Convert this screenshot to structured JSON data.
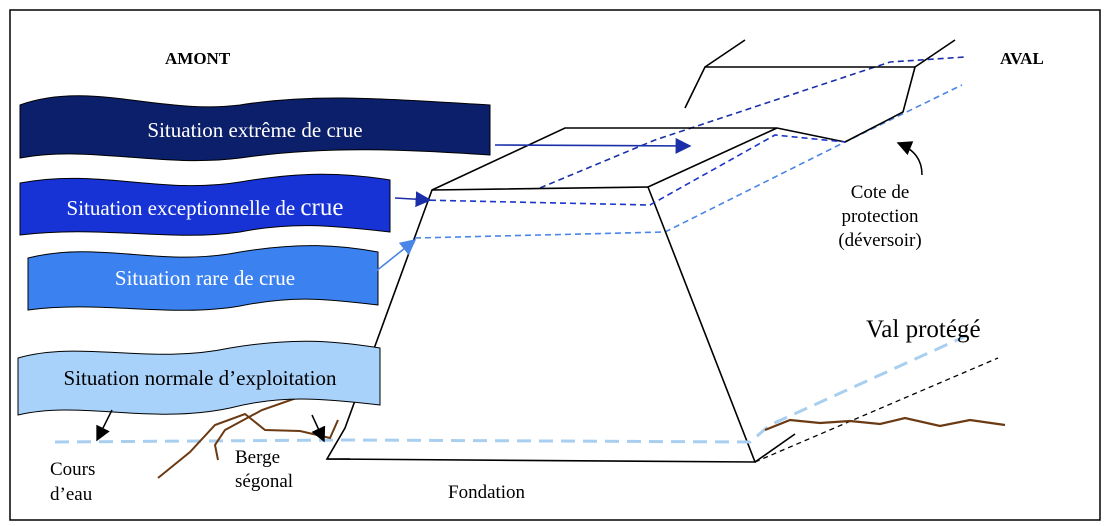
{
  "labels": {
    "amont": "AMONT",
    "aval": "AVAL",
    "cote_line1": "Cote de",
    "cote_line2": "protection",
    "cote_line3": "(déversoir)",
    "val_protege": "Val protégé",
    "cours_line1": "Cours",
    "cours_line2": "d’eau",
    "berge_line1": "Berge",
    "berge_line2": "ségonal",
    "fondation": "Fondation"
  },
  "banners": [
    {
      "id": "extreme",
      "label": "Situation extrême de crue",
      "fill": "#0b1f6b",
      "text_color": "#ffffff"
    },
    {
      "id": "exceptionnelle",
      "label_main": "Situation exceptionnelle de ",
      "label_big": "crue",
      "fill": "#1733d6",
      "text_color": "#ffffff"
    },
    {
      "id": "rare",
      "label": "Situation rare de crue",
      "fill": "#3b82f0",
      "text_color": "#ffffff"
    },
    {
      "id": "normale",
      "label": "Situation normale d’exploitation",
      "fill": "#a9d2fa",
      "text_color": "#000000"
    }
  ],
  "colors": {
    "border": "#000000",
    "water_line": "#a9cff0",
    "extreme_level": "#1a2fa8",
    "exceptional_level": "#1b35c9",
    "rare_level": "#4a86e8",
    "ground": "#6b3a13"
  }
}
